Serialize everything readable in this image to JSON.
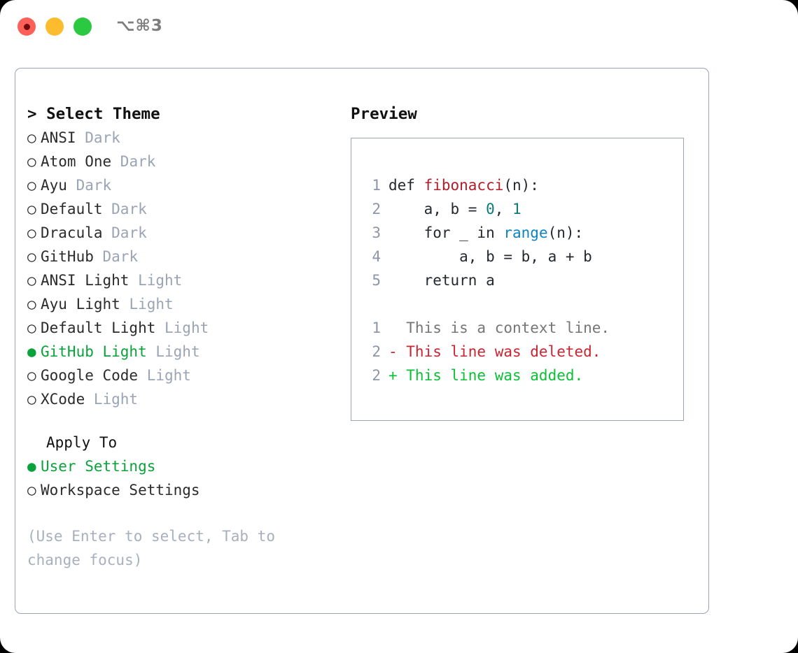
{
  "titlebar": {
    "shortcut": "⌥⌘3",
    "lights": [
      {
        "name": "close",
        "color": "#fc6058"
      },
      {
        "name": "minimize",
        "color": "#fdbc2e"
      },
      {
        "name": "maximize",
        "color": "#2bc841"
      }
    ]
  },
  "colors": {
    "accent_green": "#0aa23a",
    "muted": "#9aa4b4",
    "hint": "#a7b0bd",
    "border": "#9aa4b4",
    "code_fn": "#b31d28",
    "code_num": "#0b7b7b",
    "code_call": "#0a85c4",
    "diff_add": "#0ac035",
    "diff_del": "#cb2431",
    "diff_ctx": "#767676",
    "line_number": "#8c96a6"
  },
  "theme_list": {
    "header": "> Select Theme",
    "bullet_unselected": "○",
    "bullet_selected": "●",
    "items": [
      {
        "name": "ANSI",
        "tag": "Dark",
        "selected": false
      },
      {
        "name": "Atom One",
        "tag": "Dark",
        "selected": false
      },
      {
        "name": "Ayu",
        "tag": "Dark",
        "selected": false
      },
      {
        "name": "Default",
        "tag": "Dark",
        "selected": false
      },
      {
        "name": "Dracula",
        "tag": "Dark",
        "selected": false
      },
      {
        "name": "GitHub",
        "tag": "Dark",
        "selected": false
      },
      {
        "name": "ANSI Light",
        "tag": "Light",
        "selected": false
      },
      {
        "name": "Ayu Light",
        "tag": "Light",
        "selected": false
      },
      {
        "name": "Default Light",
        "tag": "Light",
        "selected": false
      },
      {
        "name": "GitHub Light",
        "tag": "Light",
        "selected": true
      },
      {
        "name": "Google Code",
        "tag": "Light",
        "selected": false
      },
      {
        "name": "XCode",
        "tag": "Light",
        "selected": false
      }
    ]
  },
  "apply_to": {
    "header": "Apply To",
    "items": [
      {
        "name": "User Settings",
        "selected": true
      },
      {
        "name": "Workspace Settings",
        "selected": false
      }
    ]
  },
  "hint": "(Use Enter to select, Tab to change focus)",
  "preview": {
    "title": "Preview",
    "code_lines": [
      {
        "number": "1",
        "tokens": [
          {
            "text": "def ",
            "style": "plain"
          },
          {
            "text": "fibonacci",
            "style": "fn"
          },
          {
            "text": "(n):",
            "style": "plain"
          }
        ]
      },
      {
        "number": "2",
        "tokens": [
          {
            "text": "    a, b = ",
            "style": "plain"
          },
          {
            "text": "0",
            "style": "num"
          },
          {
            "text": ", ",
            "style": "plain"
          },
          {
            "text": "1",
            "style": "num"
          }
        ]
      },
      {
        "number": "3",
        "tokens": [
          {
            "text": "    for _ in ",
            "style": "plain"
          },
          {
            "text": "range",
            "style": "call"
          },
          {
            "text": "(n):",
            "style": "plain"
          }
        ]
      },
      {
        "number": "4",
        "tokens": [
          {
            "text": "        a, b = b, a + b",
            "style": "plain"
          }
        ]
      },
      {
        "number": "5",
        "tokens": [
          {
            "text": "    return a",
            "style": "plain"
          }
        ]
      }
    ],
    "diff_lines": [
      {
        "number": "1",
        "marker": "  ",
        "text": "This is a context line.",
        "kind": "ctx"
      },
      {
        "number": "2",
        "marker": "- ",
        "text": "This line was deleted.",
        "kind": "del"
      },
      {
        "number": "2",
        "marker": "+ ",
        "text": "This line was added.",
        "kind": "add"
      }
    ]
  }
}
